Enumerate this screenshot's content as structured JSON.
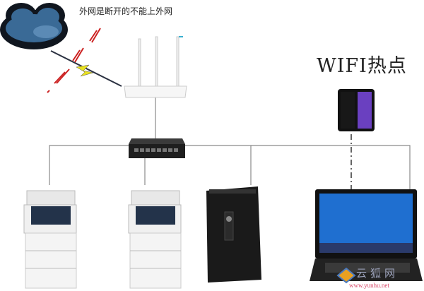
{
  "annotation": "外网是断开的不能上外网",
  "hotspot_label": "WIFI热点",
  "watermark": {
    "name": "云狐网",
    "url": "www.yunhu.net"
  },
  "devices": [
    "cloud-internet",
    "wireless-router",
    "network-switch",
    "printer",
    "printer",
    "tower-server",
    "smartphone",
    "laptop"
  ],
  "colors": {
    "cloud": "#2f5f8a",
    "broken_link": "#cc2222",
    "lightning": "#e8e020",
    "wire": "#888888"
  }
}
